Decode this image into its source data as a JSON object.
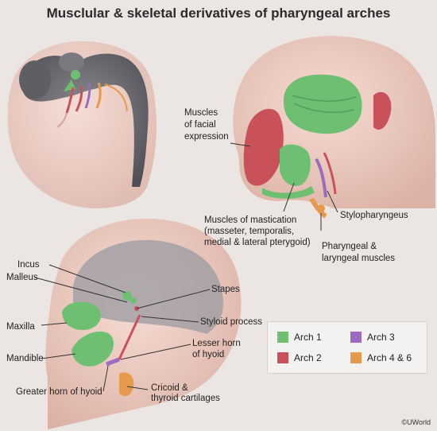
{
  "title": "Musclular & skeletal derivatives of pharyngeal arches",
  "labels": {
    "facial_line1": "Muscles",
    "facial_line2": "of facial",
    "facial_line3": "expression",
    "mastication_line1": "Muscles of mastication",
    "mastication_line2": "(masseter, temporalis,",
    "mastication_line3": "medial & lateral pterygoid)",
    "stylopharyngeus": "Stylopharyngeus",
    "pharyngeal_line1": "Pharyngeal &",
    "pharyngeal_line2": "laryngeal muscles",
    "incus": "Incus",
    "malleus": "Malleus",
    "stapes": "Stapes",
    "styloid": "Styloid process",
    "maxilla": "Maxilla",
    "lesser_line1": "Lesser horn",
    "lesser_line2": "of hyoid",
    "mandible": "Mandible",
    "cricoid_line1": "Cricoid &",
    "cricoid_line2": "thyroid cartilages",
    "greater_horn": "Greater horn of hyoid"
  },
  "legend": [
    {
      "label": "Arch 1",
      "color": "#6fbf73"
    },
    {
      "label": "Arch 3",
      "color": "#9b6bbf"
    },
    {
      "label": "Arch 2",
      "color": "#c9525a"
    },
    {
      "label": "Arch 4 & 6",
      "color": "#e59a4e"
    }
  ],
  "colors": {
    "arch1": "#6fbf73",
    "arch2": "#c9525a",
    "arch3": "#9b6bbf",
    "arch46": "#e59a4e",
    "skin": "#edcdc4",
    "skull": "#6b6b70"
  },
  "copyright": "©UWorld"
}
